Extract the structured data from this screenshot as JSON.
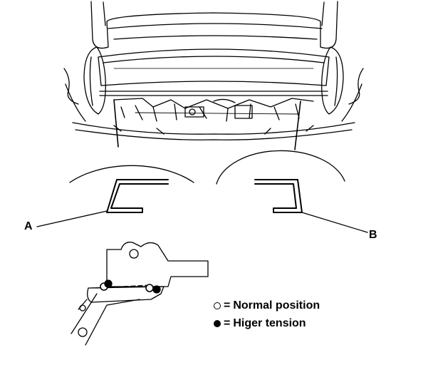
{
  "labels": {
    "a": "A",
    "b": "B"
  },
  "legend": [
    {
      "symbol": "open-circle-icon",
      "equals": "=",
      "text": "Normal position"
    },
    {
      "symbol": "filled-circle-icon",
      "equals": "=",
      "text": "Higer tension"
    }
  ],
  "colors": {
    "line": "#000000",
    "background": "#ffffff"
  }
}
